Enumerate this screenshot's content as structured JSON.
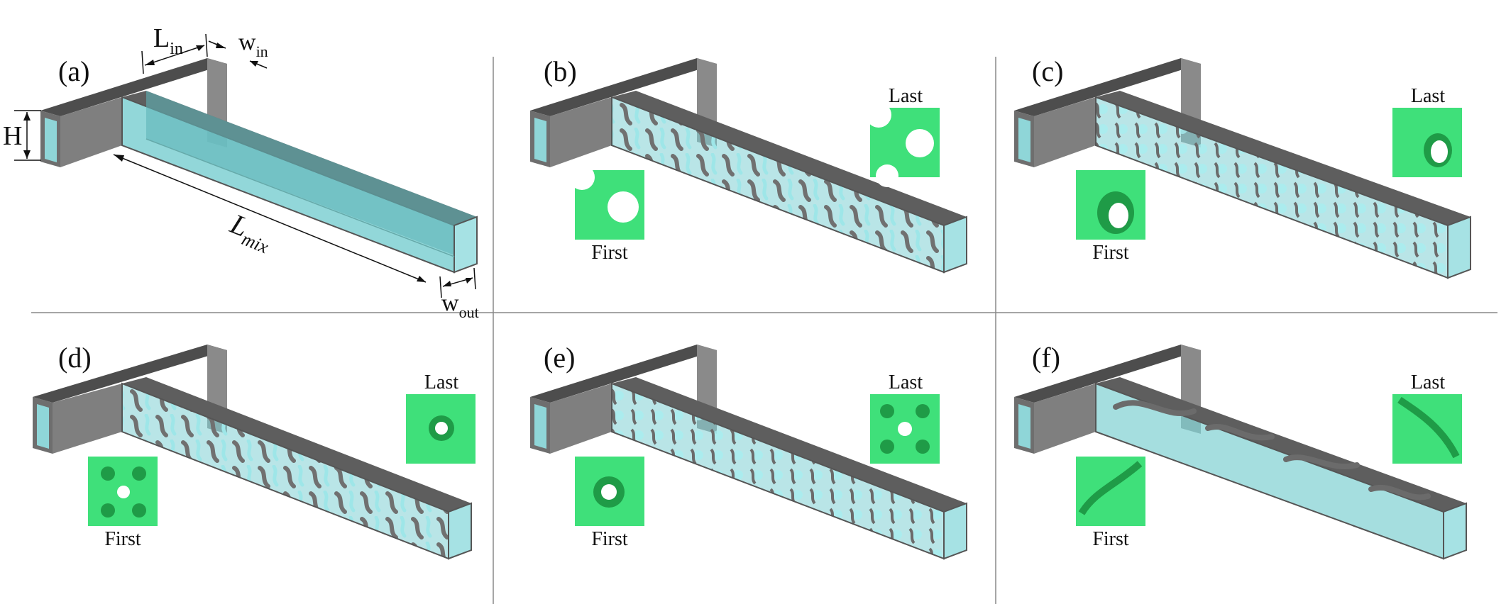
{
  "panels": [
    {
      "id": "a",
      "label": "(a)"
    },
    {
      "id": "b",
      "label": "(b)",
      "first": "First",
      "last": "Last"
    },
    {
      "id": "c",
      "label": "(c)",
      "first": "First",
      "last": "Last"
    },
    {
      "id": "d",
      "label": "(d)",
      "first": "First",
      "last": "Last"
    },
    {
      "id": "e",
      "label": "(e)",
      "first": "First",
      "last": "Last"
    },
    {
      "id": "f",
      "label": "(f)",
      "first": "First",
      "last": "Last"
    }
  ],
  "dimensions": {
    "L_in": {
      "main": "L",
      "sub": "in"
    },
    "w_in": {
      "main": "w",
      "sub": "in"
    },
    "H": {
      "main": "H"
    },
    "L_mix": {
      "main": "L",
      "sub": "mix"
    },
    "w_out": {
      "main": "w",
      "sub": "out"
    }
  },
  "colors": {
    "frame_top": "#4d4d4d",
    "frame_side": "#8a8a8a",
    "frame_front": "#6e6e6e",
    "fluid": "#7fd0d2",
    "fluid_dark": "#5fb4b8",
    "structure": "#3fe07a",
    "structure_dark": "#1f9b47",
    "divider": "#888888"
  },
  "icons": [
    "cross-section-thumbnail",
    "channel-3d-render"
  ]
}
